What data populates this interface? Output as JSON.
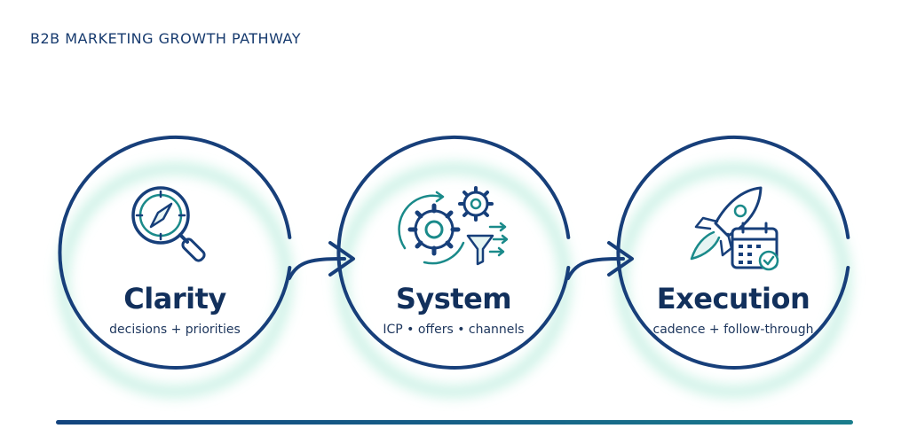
{
  "title": "B2B MARKETING GROWTH PATHWAY",
  "stages": [
    {
      "label": "Clarity",
      "subtitle": "decisions + priorities",
      "icon": "compass-magnifier-icon"
    },
    {
      "label": "System",
      "subtitle": "ICP • offers • channels",
      "icon": "gears-funnel-icon"
    },
    {
      "label": "Execution",
      "subtitle": "cadence + follow-through",
      "icon": "rocket-calendar-icon"
    }
  ],
  "colors": {
    "navy": "#12305c",
    "ring": "#173f7a",
    "teal": "#1a8a8a",
    "glow": "#bfeee0"
  }
}
